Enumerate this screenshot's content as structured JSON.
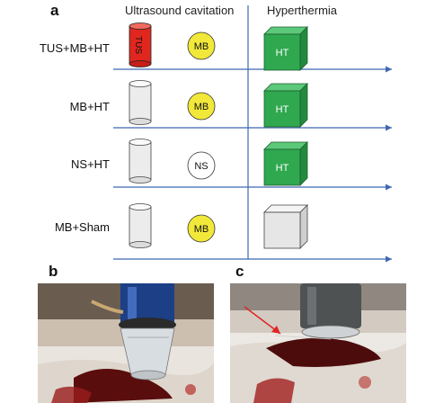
{
  "panels": {
    "a": "a",
    "b": "b",
    "c": "c"
  },
  "columns": {
    "cavitation": "Ultrasound cavitation",
    "hyperthermia": "Hyperthermia"
  },
  "rows": [
    {
      "label": "TUS+MB+HT",
      "transducer": "TUS",
      "transducer_color": "#e0271f",
      "bubble": "MB",
      "bubble_color": "#f1e83a",
      "heat": "HT",
      "heat_color": "#2fa84f"
    },
    {
      "label": "MB+HT",
      "transducer": "",
      "transducer_color": "#ececec",
      "bubble": "MB",
      "bubble_color": "#f1e83a",
      "heat": "HT",
      "heat_color": "#2fa84f"
    },
    {
      "label": "NS+HT",
      "transducer": "",
      "transducer_color": "#ececec",
      "bubble": "NS",
      "bubble_color": "#ffffff",
      "heat": "HT",
      "heat_color": "#2fa84f"
    },
    {
      "label": "MB+Sham",
      "transducer": "",
      "transducer_color": "#ececec",
      "bubble": "MB",
      "bubble_color": "#f1e83a",
      "heat": "",
      "heat_color": "#ececec"
    }
  ],
  "colors": {
    "timeline": "#3f67b1",
    "divider": "#3f67b1"
  }
}
